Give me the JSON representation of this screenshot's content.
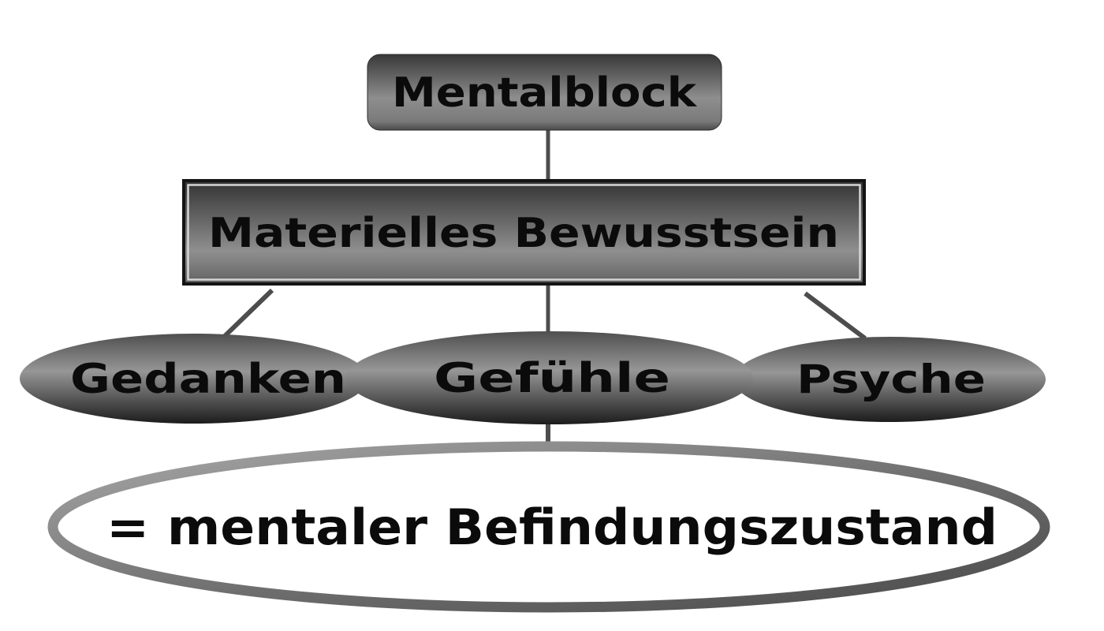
{
  "diagram": {
    "type": "concept-hierarchy",
    "background_color": "#ffffff",
    "nodes": [
      {
        "id": "mentalblock",
        "label": "Mentalblock",
        "shape": "rounded-rect",
        "fill_style": "dark-gray-gradient"
      },
      {
        "id": "materielles-bewusstsein",
        "label": "Materielles Bewusstsein",
        "shape": "beveled-rect",
        "fill_style": "dark-gray-gradient"
      },
      {
        "id": "gedanken",
        "label": "Gedanken",
        "shape": "ellipse",
        "fill_style": "dark-gray-gradient"
      },
      {
        "id": "gefuehle",
        "label": "Gefühle",
        "shape": "ellipse",
        "fill_style": "dark-gray-gradient"
      },
      {
        "id": "psyche",
        "label": "Psyche",
        "shape": "ellipse",
        "fill_style": "dark-gray-gradient"
      },
      {
        "id": "mentaler-befindungszustand",
        "label": "= mentaler Befindungszustand",
        "shape": "outlined-ellipse",
        "fill_style": "white-with-gray-ring"
      }
    ],
    "edges": [
      {
        "from": "mentalblock",
        "to": "materielles-bewusstsein"
      },
      {
        "from": "materielles-bewusstsein",
        "to": "gedanken"
      },
      {
        "from": "materielles-bewusstsein",
        "to": "gefuehle"
      },
      {
        "from": "materielles-bewusstsein",
        "to": "psyche"
      },
      {
        "from": "gefuehle",
        "to": "mentaler-befindungszustand"
      }
    ],
    "colors": {
      "text": "#0b0b0b",
      "connector": "#4d4d4d",
      "box_gradient_top": "#353535",
      "box_gradient_mid": "#8e8e8e",
      "box_gradient_bottom": "#555555",
      "ellipse_gradient_top": "#4f4f4f",
      "ellipse_gradient_mid": "#969696",
      "ellipse_gradient_bottom": "#1c1c1c",
      "bevel_outer_border": "#141414",
      "bevel_inner_border": "#d6d6d6",
      "ring_light": "#a8a8a8",
      "ring_dark": "#4a4a4a",
      "ring_fill": "#ffffff"
    }
  }
}
